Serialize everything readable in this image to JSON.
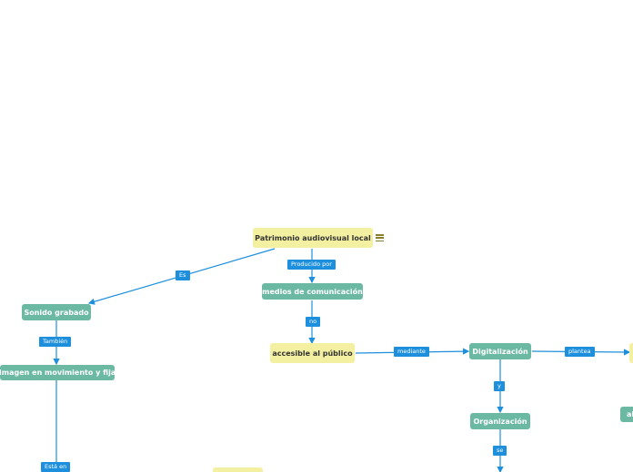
{
  "nodes": {
    "root": "Patrimonio audiovisual local",
    "medios": "medios de comunicación",
    "accesible": "accesible al público",
    "sonido": "Sonido grabado",
    "imagen": "Imagen en movimiento y fija",
    "digitalizacion": "Digitalización",
    "organizacion": "Organización",
    "partial_right": "al"
  },
  "links": {
    "es": "Es",
    "producido": "Producido por",
    "no": "no",
    "tambien": "También",
    "esta_en": "Está en",
    "mediante": "mediante",
    "plantea": "plantea",
    "y": "y",
    "se": "se"
  },
  "icons": {
    "notes": "notes-icon"
  },
  "colors": {
    "main_topic": "#f4f0a2",
    "subtopic": "#6cb9a3",
    "connector": "#1d8fdc"
  }
}
